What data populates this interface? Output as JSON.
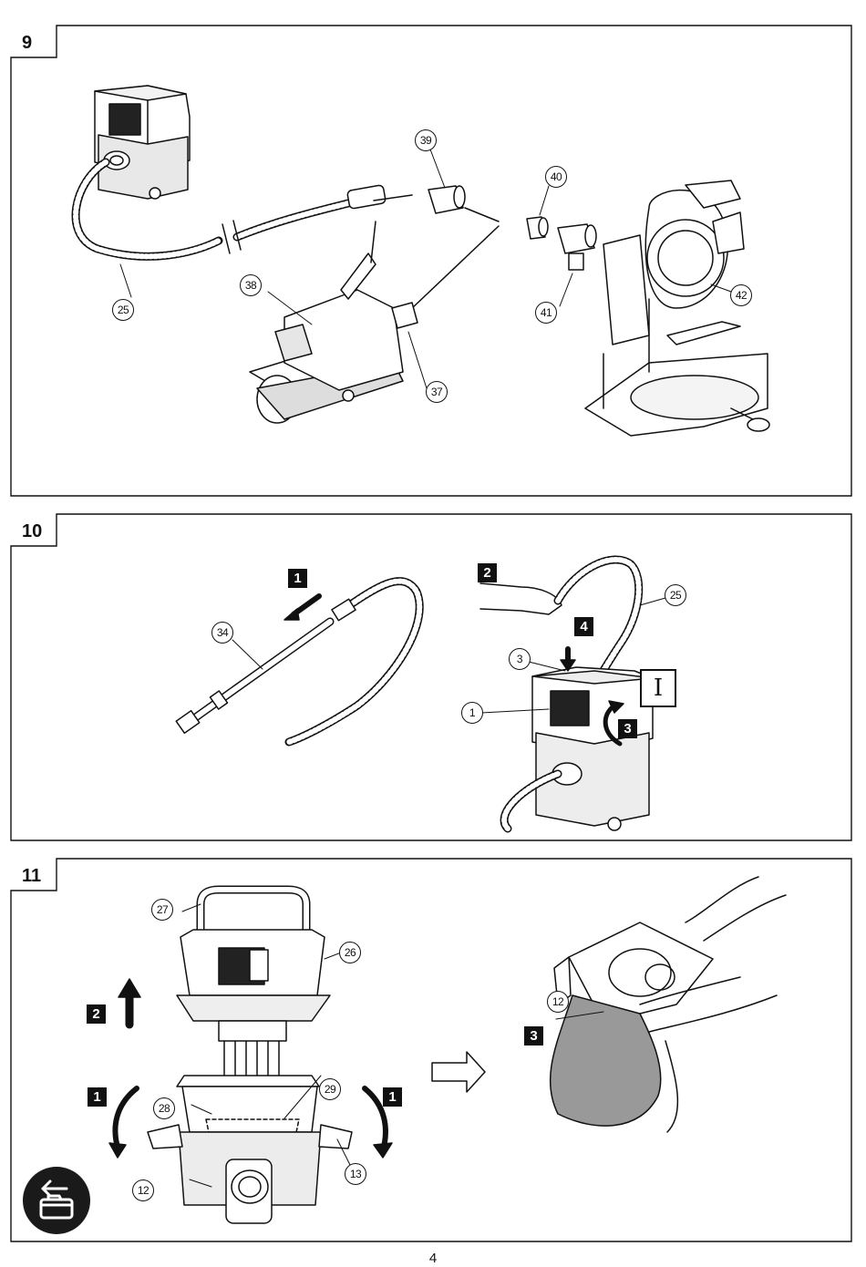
{
  "figures": [
    {
      "number": "9",
      "callouts": [
        "39",
        "40",
        "25",
        "38",
        "41",
        "42",
        "37"
      ]
    },
    {
      "number": "10",
      "callouts": [
        "34",
        "25",
        "3",
        "1"
      ],
      "steps": [
        "1",
        "2",
        "4",
        "3"
      ],
      "position_mark": "I"
    },
    {
      "number": "11",
      "callouts": [
        "27",
        "26",
        "12",
        "28",
        "29",
        "12",
        "13"
      ],
      "steps": [
        "2",
        "3",
        "1",
        "1"
      ]
    }
  ],
  "page_number": "4",
  "back_button": {
    "icon": "back-arrow-icon"
  }
}
